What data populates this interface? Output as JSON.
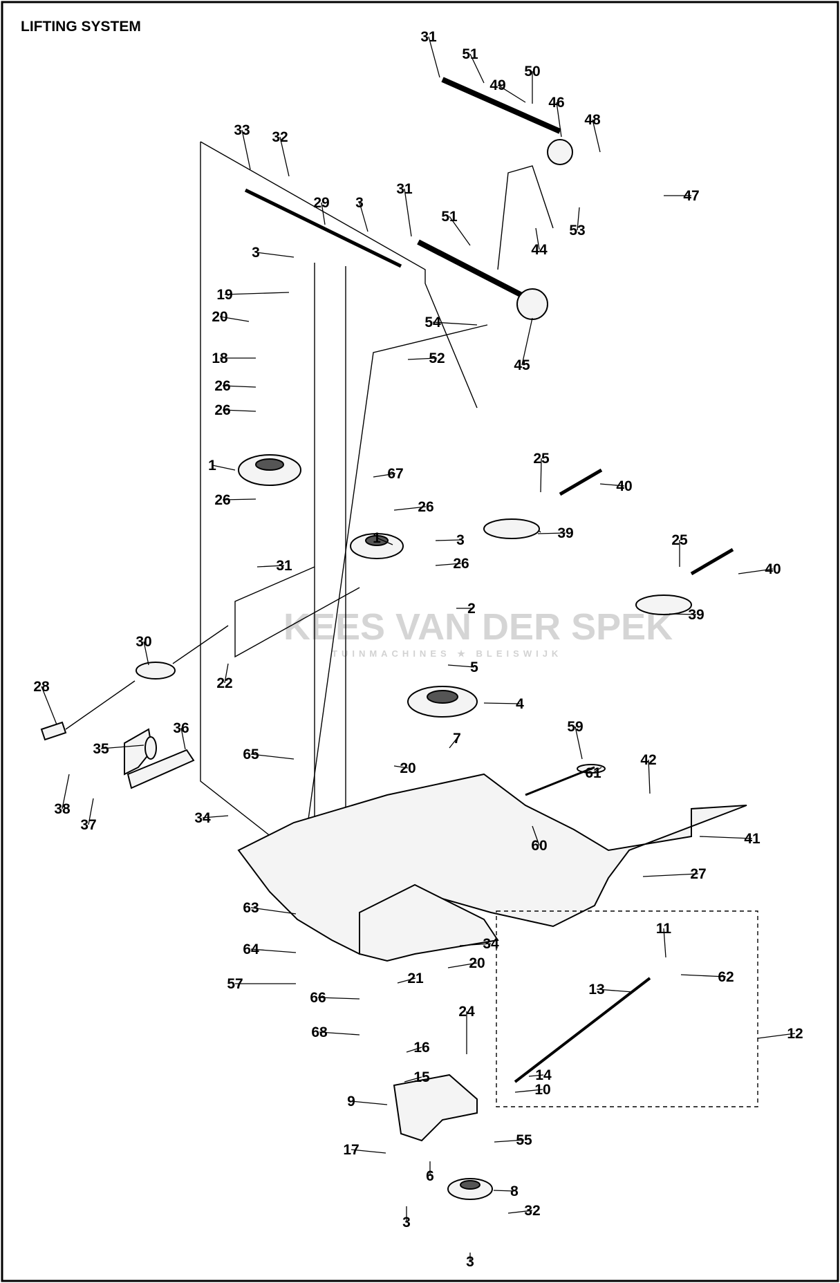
{
  "title": "LIFTING SYSTEM",
  "watermark": {
    "main": "KEES VAN DER SPEK",
    "sub": "TUINMACHINES ★ BLEISWIJK"
  },
  "callouts": [
    "31",
    "51",
    "49",
    "50",
    "46",
    "48",
    "33",
    "32",
    "29",
    "3",
    "31",
    "51",
    "47",
    "53",
    "44",
    "3",
    "19",
    "20",
    "54",
    "45",
    "18",
    "52",
    "26",
    "26",
    "1",
    "67",
    "25",
    "40",
    "26",
    "26",
    "1",
    "3",
    "39",
    "26",
    "25",
    "40",
    "31",
    "2",
    "39",
    "30",
    "22",
    "5",
    "28",
    "4",
    "36",
    "59",
    "35",
    "7",
    "65",
    "20",
    "61",
    "38",
    "37",
    "42",
    "34",
    "41",
    "60",
    "27",
    "63",
    "34",
    "11",
    "64",
    "20",
    "57",
    "21",
    "62",
    "13",
    "66",
    "12",
    "68",
    "16",
    "24",
    "14",
    "15",
    "10",
    "9",
    "55",
    "17",
    "6",
    "8",
    "3",
    "32",
    "3"
  ]
}
